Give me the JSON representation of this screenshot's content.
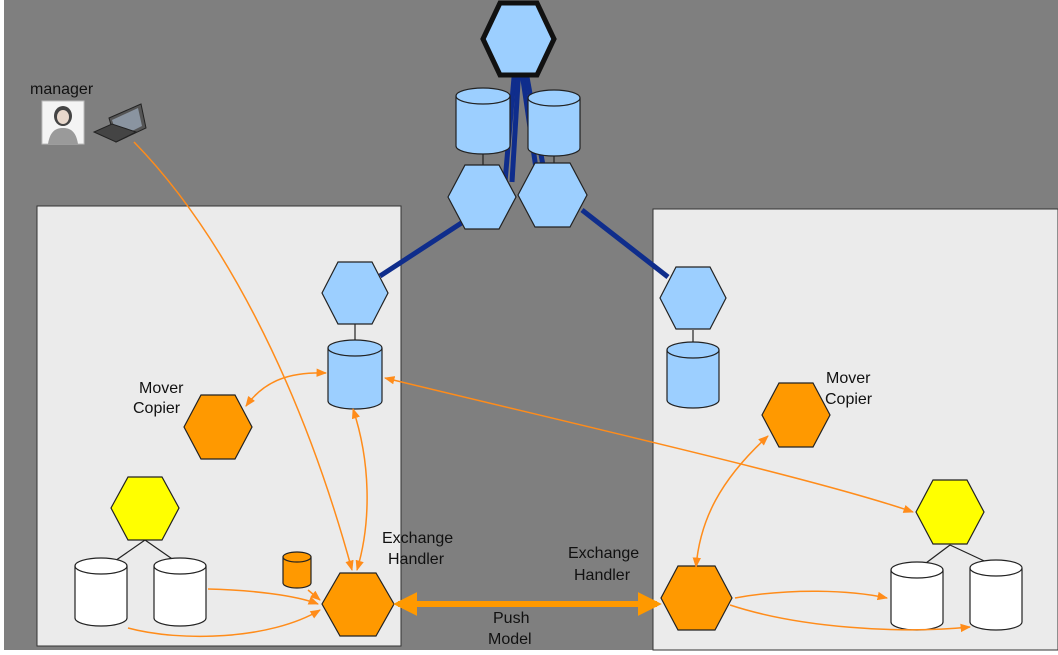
{
  "labels": {
    "manager": "manager",
    "mover_left_1": "Mover",
    "mover_left_2": "Copier",
    "mover_right_1": "Mover",
    "mover_right_2": "Copier",
    "exch_left_1": "Exchange",
    "exch_left_2": "Handler",
    "exch_right_1": "Exchange",
    "exch_right_2": "Handler",
    "push_1": "Push",
    "push_2": "Model"
  },
  "colors": {
    "background": "#7f7f7f",
    "site_panel": "#ebebeb",
    "node_blue": "#9ccfff",
    "node_orange": "#ff9900",
    "node_yellow": "#ffff00",
    "storage_white": "#ffffff",
    "link_navy": "#0f2d8c",
    "flow_orange": "#ff8c1a"
  }
}
